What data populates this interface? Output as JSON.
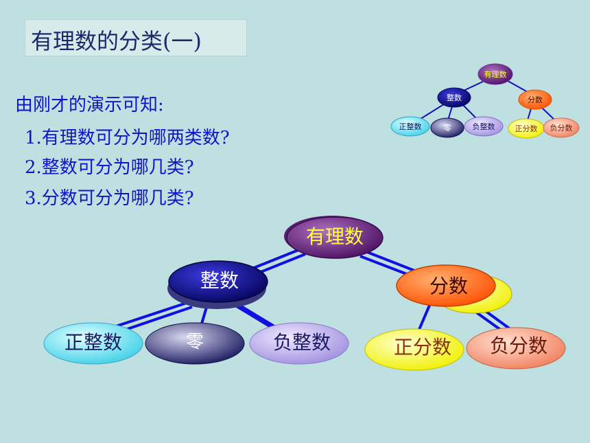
{
  "title": "有理数的分类(一)",
  "intro": "由刚才的演示可知:",
  "questions": [
    "1.有理数可分为哪两类数?",
    "2.整数可分为哪几类?",
    "3.分数可分为哪几类?"
  ],
  "tree": {
    "root": "有理数",
    "integer": "整数",
    "fraction": "分数",
    "positive_integer": "正整数",
    "zero": "零",
    "negative_integer": "负整数",
    "positive_fraction": "正分数",
    "negative_fraction": "负分数"
  },
  "colors": {
    "root": "#6a2a80",
    "root_text": "#ffff40",
    "integer": "#0d0d9a",
    "fraction": "#ff6a10",
    "positive_integer": "#6ee0f0",
    "zero": "#2a2a78",
    "negative_integer": "#c0b0f0",
    "positive_fraction": "#ffff20",
    "negative_fraction": "#ff9a70",
    "connector": "#1010e0"
  }
}
